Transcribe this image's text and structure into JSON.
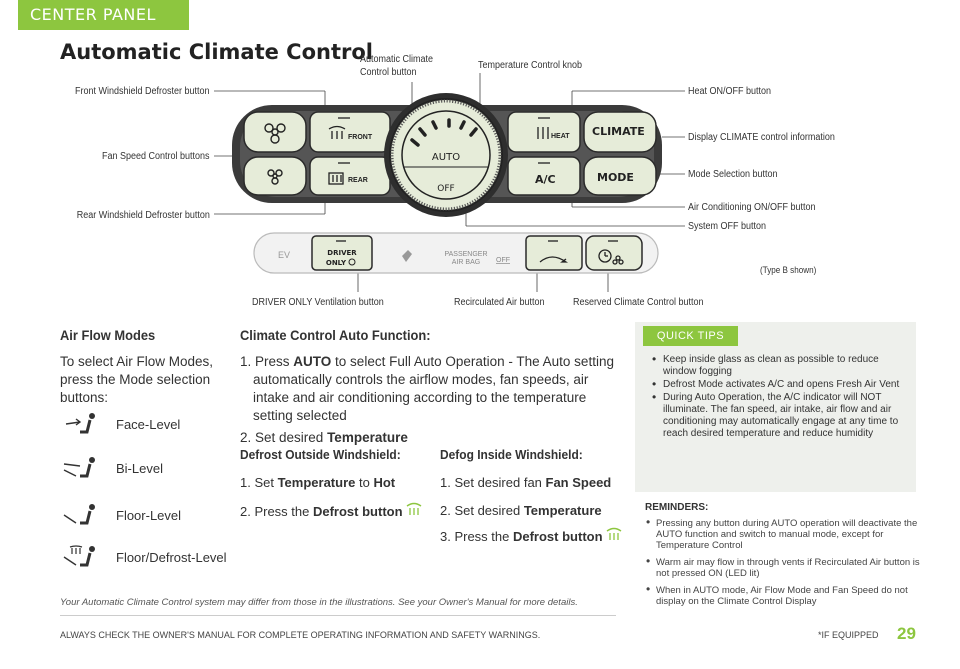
{
  "header": {
    "section_tab": "CENTER PANEL",
    "title": "Automatic Climate Control"
  },
  "callouts": {
    "front_defroster": "Front Windshield Defroster button",
    "fan_speed": "Fan Speed Control buttons",
    "rear_defroster": "Rear Windshield Defroster button",
    "auto_btn_line1": "Automatic Climate",
    "auto_btn_line2": "Control button",
    "temp_knob": "Temperature Control knob",
    "heat": "Heat ON/OFF button",
    "display_climate": "Display CLIMATE control information",
    "mode_select": "Mode Selection button",
    "ac": "Air Conditioning ON/OFF button",
    "system_off": "System OFF button",
    "driver_only": "DRIVER ONLY Ventilation button",
    "recirc": "Recirculated Air button",
    "reserved": "Reserved Climate Control button",
    "type_b": "(Type B shown)"
  },
  "panel_labels": {
    "front": "FRONT",
    "rear": "REAR",
    "heat": "HEAT",
    "climate": "CLIMATE",
    "ac": "A/C",
    "mode": "MODE",
    "auto": "AUTO",
    "off": "OFF",
    "ev": "EV",
    "driver": "DRIVER",
    "only": "ONLY",
    "passenger": "PASSENGER",
    "air_bag": "AIR BAG",
    "bag_off": "OFF"
  },
  "air_flow": {
    "heading": "Air Flow Modes",
    "intro": "To select Air Flow Modes, press the Mode selection buttons:",
    "modes": [
      "Face-Level",
      "Bi-Level",
      "Floor-Level",
      "Floor/Defrost-Level"
    ]
  },
  "auto_function": {
    "heading": "Climate Control Auto Function:",
    "step1_prefix": "1. Press ",
    "step1_bold": "AUTO",
    "step1_rest": " to select Full Auto Operation - The Auto setting automatically controls the airflow modes, fan speeds, air intake and air conditioning according to the temperature setting selected",
    "step2_prefix": "2. Set desired ",
    "step2_bold": "Temperature"
  },
  "defrost_outside": {
    "heading": "Defrost Outside Windshield:",
    "step1_prefix": "1. Set ",
    "step1_bold": "Temperature",
    "step1_mid": " to ",
    "step1_bold2": "Hot",
    "step2_prefix": "2. Press the ",
    "step2_bold": "Defrost button"
  },
  "defog_inside": {
    "heading": "Defog Inside Windshield:",
    "step1_prefix": "1. Set desired fan ",
    "step1_bold": "Fan Speed",
    "step2_prefix": "2. Set desired ",
    "step2_bold": "Temperature",
    "step3_prefix": "3. Press the ",
    "step3_bold": "Defrost button"
  },
  "quick_tips": {
    "badge": "QUICK TIPS",
    "items": [
      "Keep inside glass as clean as possible to reduce window fogging",
      "Defrost Mode activates A/C and opens Fresh Air Vent",
      "During Auto Operation, the A/C indicator will NOT illuminate. The fan speed, air intake, air flow and air conditioning may automatically engage at any time to reach desired temperature and reduce humidity"
    ]
  },
  "reminders": {
    "heading": "REMINDERS:",
    "items": [
      "Pressing any button during AUTO operation will deactivate the AUTO function and switch to manual mode, except for Temperature Control",
      "Warm air may flow in through vents if Recirculated Air button is not pressed ON (LED lit)",
      "When in AUTO mode, Air Flow Mode and Fan Speed do not display on the Climate Control Display"
    ]
  },
  "footer": {
    "disclaimer": "Your Automatic Climate Control system may differ from those in the illustrations. See your Owner's Manual for more details.",
    "warning": "ALWAYS CHECK THE OWNER'S MANUAL FOR COMPLETE OPERATING INFORMATION AND SAFETY WARNINGS.",
    "if_equipped": "*IF EQUIPPED",
    "page": "29"
  },
  "colors": {
    "accent_green": "#8dc63f",
    "panel_dark": "#333333",
    "panel_light": "#e8eee0"
  }
}
